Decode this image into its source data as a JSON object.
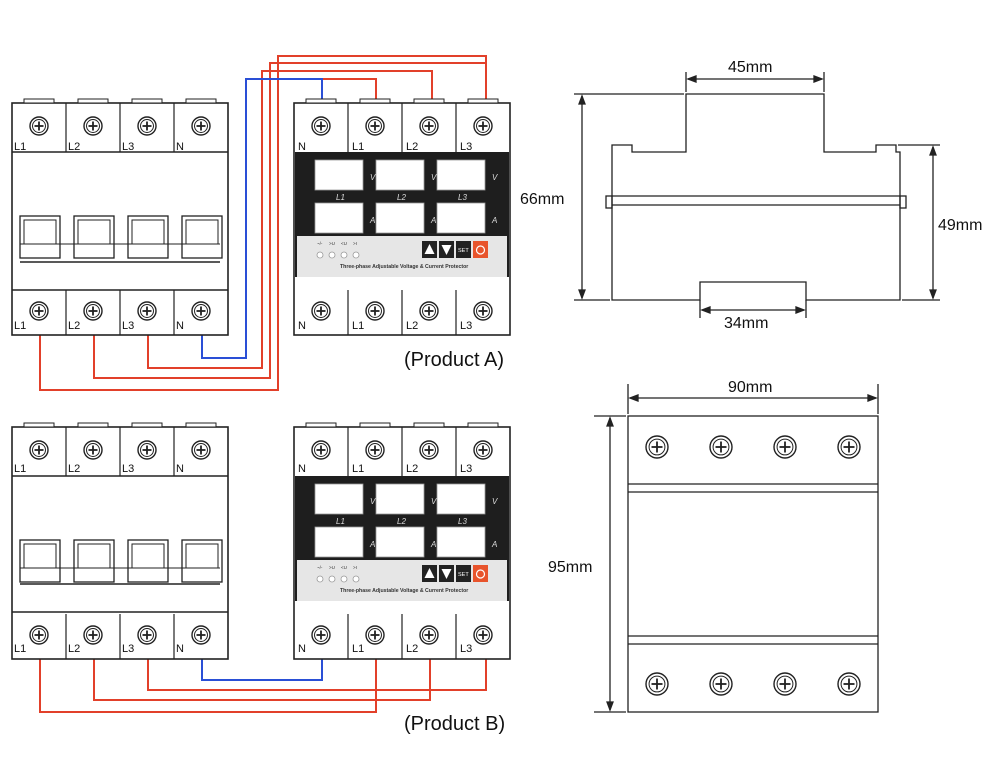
{
  "colors": {
    "phase_wire": "#e2402a",
    "neutral_wire": "#2a4fd6",
    "power_led": "#e8542c",
    "display_panel": "#1e1e1e",
    "outline": "#222222"
  },
  "breaker": {
    "top_terminals": [
      "L1",
      "L2",
      "L3",
      "N"
    ],
    "bottom_terminals": [
      "L1",
      "L2",
      "L3",
      "N"
    ]
  },
  "protector": {
    "top_terminals": [
      "N",
      "L1",
      "L2",
      "L3"
    ],
    "bottom_terminals": [
      "N",
      "L1",
      "L2",
      "L3"
    ],
    "voltage_unit": "V",
    "current_unit": "A",
    "phase_labels": [
      "L1",
      "L2",
      "L3"
    ],
    "indicator_labels": [
      "~/-",
      ">U",
      "<U",
      ">I"
    ],
    "set_label": "SET",
    "caption": "Three-phase Adjustable Voltage & Current  Protector"
  },
  "products": [
    {
      "label": "(Product A)"
    },
    {
      "label": "(Product B)"
    }
  ],
  "dimensions": {
    "side_top_width": "45mm",
    "side_height": "66mm",
    "side_body_height": "49mm",
    "side_rail_width": "34mm",
    "front_width": "90mm",
    "front_height": "95mm"
  }
}
